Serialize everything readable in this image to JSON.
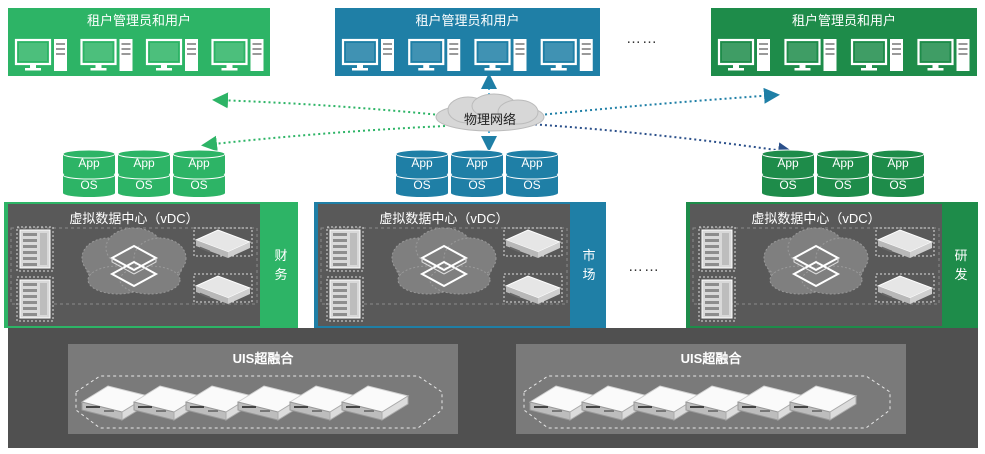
{
  "colors": {
    "green": "#2db466",
    "blue": "#1f7fa6",
    "dark_green": "#1e8c4a",
    "vdc_gray": "#595959",
    "base_gray": "#505050",
    "uis_gray": "#7a7a7a"
  },
  "tenants": [
    {
      "title": "租户管理员和用户",
      "color": "green"
    },
    {
      "title": "租户管理员和用户",
      "color": "blue"
    },
    {
      "title": "租户管理员和用户",
      "color": "dark_green"
    }
  ],
  "ellipsis": "……",
  "network": {
    "label": "物理网络"
  },
  "vm": {
    "app_label": "App",
    "os_label": "OS"
  },
  "vdcs": [
    {
      "title": "虚拟数据中心（vDC）",
      "dept": "财\n务",
      "color": "green"
    },
    {
      "title": "虚拟数据中心（vDC）",
      "dept": "市\n场",
      "color": "blue"
    },
    {
      "title": "虚拟数据中心（vDC）",
      "dept": "研\n发",
      "color": "dark_green"
    }
  ],
  "uis": [
    {
      "title": "UIS超融合"
    },
    {
      "title": "UIS超融合"
    }
  ],
  "icons": {
    "monitor": "monitor-icon",
    "tower": "server-tower-icon",
    "rack": "rack-server-icon",
    "cloud": "cloud-icon",
    "virtualization": "virtualization-layers-icon",
    "database": "database-icon"
  }
}
